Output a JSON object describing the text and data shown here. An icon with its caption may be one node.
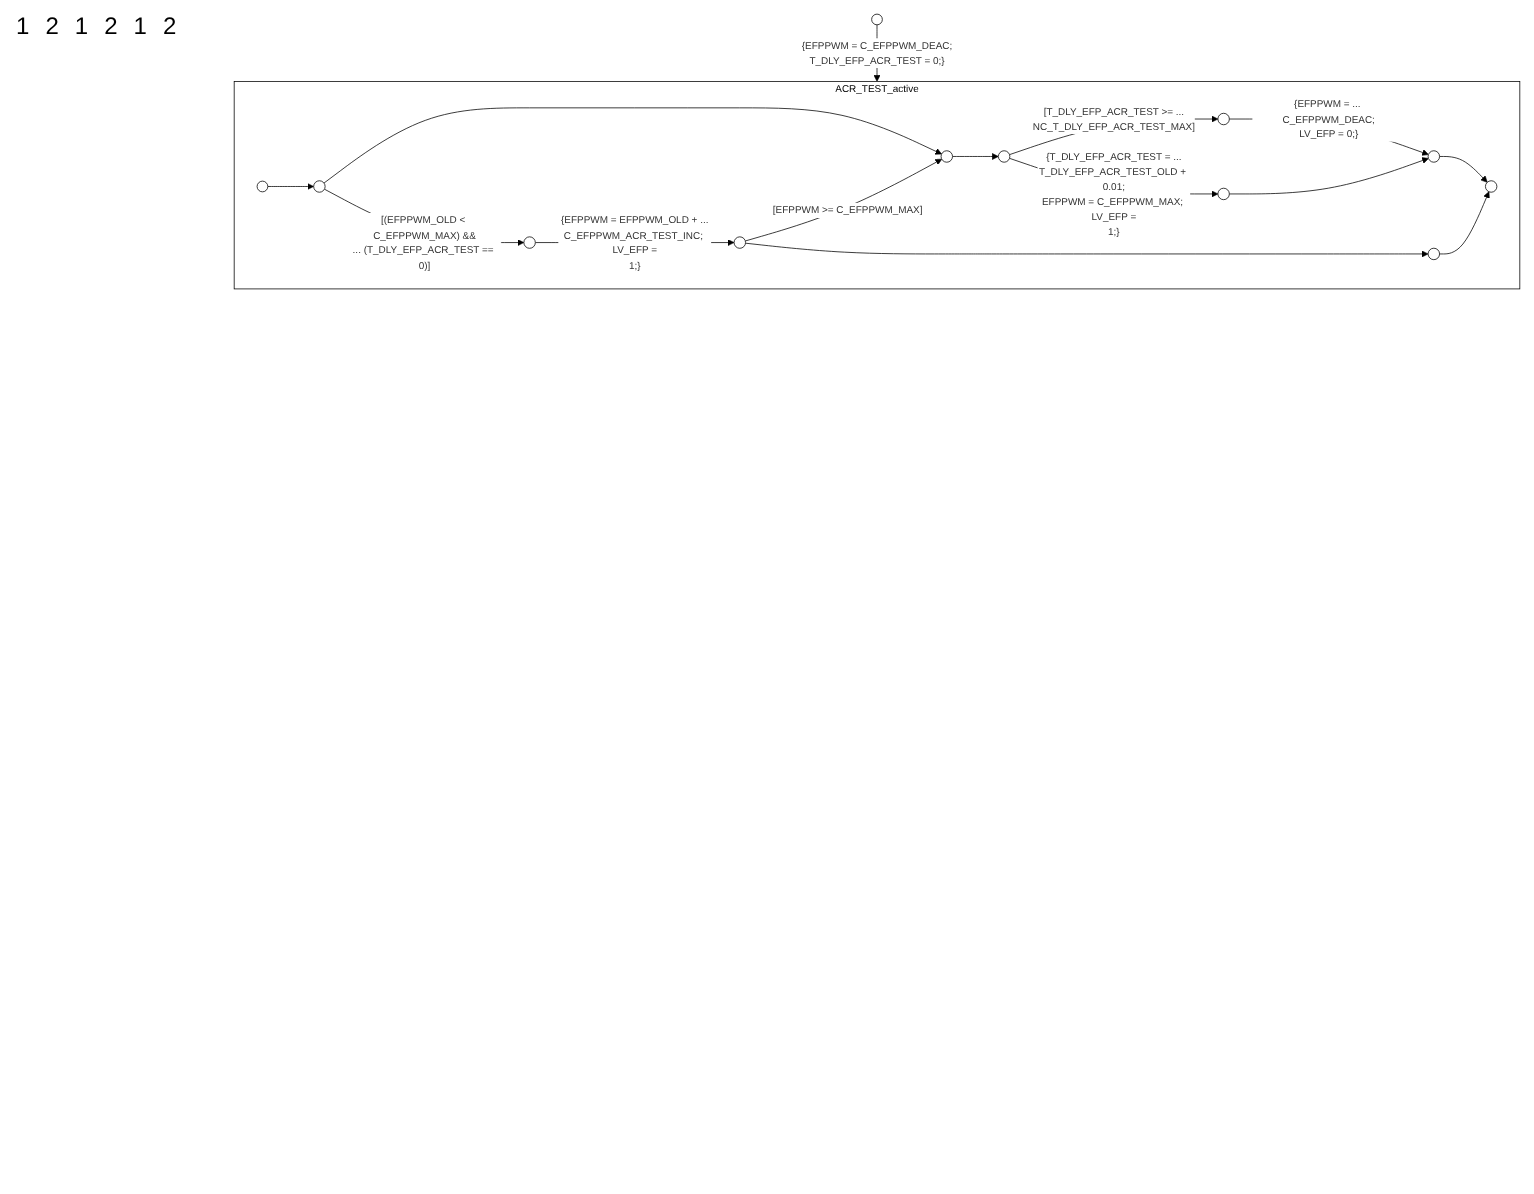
{
  "diagram": {
    "nodes": [
      {
        "text": [
          "ACR_TEST_active"
        ]
      },
      {
        "text": [],
        "shape": "dot"
      },
      {
        "text": [],
        "shape": "dot",
        "in": 0
      },
      {
        "text": [],
        "shape": "circle",
        "in": 0
      },
      {
        "text": [],
        "shape": "circle",
        "in": 0
      },
      {
        "text": [],
        "shape": "circle",
        "in": 0
      },
      {
        "text": [],
        "shape": "circle",
        "in": 0
      },
      {
        "text": [],
        "shape": "circle",
        "in": 0
      },
      {
        "text": [],
        "shape": "circle",
        "in": 0
      },
      {
        "text": [],
        "shape": "circle",
        "in": 0
      },
      {
        "text": [],
        "shape": "circle",
        "in": 0
      },
      {
        "text": [],
        "shape": "circle",
        "in": 0
      },
      {
        "text": [],
        "shape": "circle",
        "in": 0
      }
    ],
    "edges": [
      {
        "from": 1,
        "to": 0,
        "arrow": "to",
        "label": "{EFPPWM = C_EFPPWM_DEAC; T_DLY_EFP_ACR_TEST = 0;}"
      },
      {
        "from": 2,
        "to": 3,
        "arrow": "to"
      },
      {
        "from": 3,
        "to": 4,
        "arrow": "to",
        "label": "[(EFPPWM_OLD < C_EFPPWM_MAX) && ... (T_DLY_EFP_ACR_TEST == 0)]"
      },
      {
        "from": 3,
        "to": 5,
        "arrow": "to"
      },
      {
        "from": 4,
        "to": 6,
        "arrow": "to",
        "label": "{EFPPWM = EFPPWM_OLD + ... C_EFPPWM_ACR_TEST_INC; LV_EFP = 1;}"
      },
      {
        "from": 6,
        "to": 5,
        "arrow": "to",
        "label": "[EFPPWM >= C_EFPPWM_MAX]"
      },
      {
        "from": 6,
        "to": 7,
        "arrow": "to"
      },
      {
        "from": 5,
        "to": 8,
        "arrow": "to"
      },
      {
        "from": 8,
        "to": 9,
        "arrow": "to",
        "label": "[T_DLY_EFP_ACR_TEST >= ... NC_T_DLY_EFP_ACR_TEST_MAX]"
      },
      {
        "from": 8,
        "to": 10,
        "arrow": "to",
        "label": "{T_DLY_EFP_ACR_TEST = ... T_DLY_EFP_ACR_TEST_OLD + 0.01; EFPPWM = C_EFPPWM_MAX; LV_EFP = 1;}"
      },
      {
        "from": 9,
        "to": 11,
        "arrow": "to",
        "label": "{EFPPWM = ... C_EFPPWM_DEAC; LV_EFP = 0;}"
      },
      {
        "from": 10,
        "to": 11,
        "arrow": "to"
      },
      {
        "from": 11,
        "to": 12,
        "arrow": "to"
      },
      {
        "from": 7,
        "to": 12,
        "arrow": "to"
      }
    ],
    "labels": [
      "1",
      "2",
      "1",
      "2",
      "1",
      "2"
    ]
  }
}
